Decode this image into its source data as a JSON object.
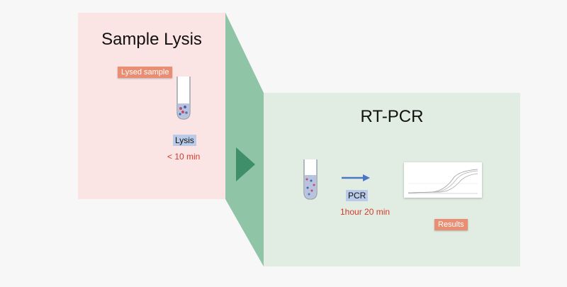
{
  "panels": {
    "lysis": {
      "title": "Sample Lysis"
    },
    "pcr": {
      "title": "RT-PCR"
    }
  },
  "labels": {
    "lysed_sample": "Lysed sample",
    "lysis_step": "Lysis",
    "lysis_time": "< 10 min",
    "pcr_step": "PCR",
    "pcr_time": "1hour 20 min",
    "results": "Results"
  },
  "colors": {
    "lysis_panel": "#fbe4e4",
    "pcr_panel": "#e1ece3",
    "connector": "#8fc4a6",
    "arrow": "#3e8f6a",
    "tag": "#e98e72",
    "step_highlight": "#b9cbe8",
    "time_text": "#d23a2a",
    "flow_arrow": "#4a78c4"
  }
}
